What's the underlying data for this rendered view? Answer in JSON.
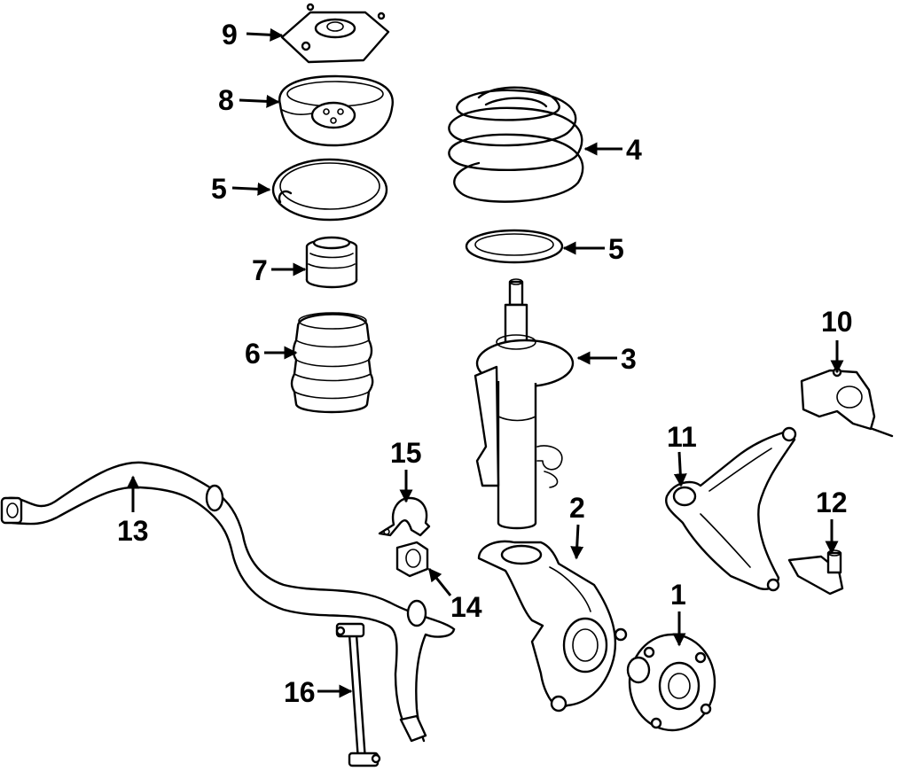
{
  "callouts": [
    {
      "id": "1",
      "label": "1"
    },
    {
      "id": "2",
      "label": "2"
    },
    {
      "id": "3",
      "label": "3"
    },
    {
      "id": "4",
      "label": "4"
    },
    {
      "id": "5a",
      "label": "5"
    },
    {
      "id": "5b",
      "label": "5"
    },
    {
      "id": "6",
      "label": "6"
    },
    {
      "id": "7",
      "label": "7"
    },
    {
      "id": "8",
      "label": "8"
    },
    {
      "id": "9",
      "label": "9"
    },
    {
      "id": "10",
      "label": "10"
    },
    {
      "id": "11",
      "label": "11"
    },
    {
      "id": "12",
      "label": "12"
    },
    {
      "id": "13",
      "label": "13"
    },
    {
      "id": "14",
      "label": "14"
    },
    {
      "id": "15",
      "label": "15"
    },
    {
      "id": "16",
      "label": "16"
    }
  ]
}
